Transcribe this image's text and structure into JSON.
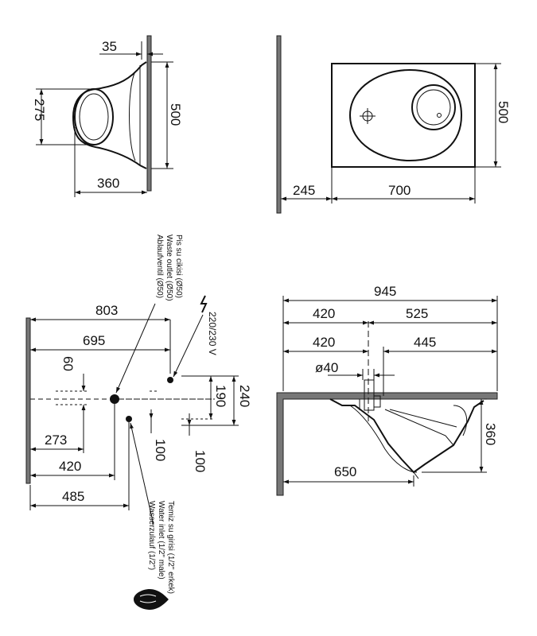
{
  "views": {
    "side": {
      "d_wall_offset": "35",
      "d_bowl_height": "275",
      "d_total_height": "500",
      "d_depth": "360"
    },
    "top": {
      "d_wall_gap": "245",
      "d_length": "700",
      "d_width": "500"
    },
    "installation": {
      "waste_label_tr": "Pis su cikisi (Ø50)",
      "waste_label_en": "Waste outlet (Ø50)",
      "waste_label_de": "Ablaufventil (Ø50)",
      "voltage": "220/230 V",
      "d_803": "803",
      "d_695": "695",
      "d_60": "60",
      "d_190": "190",
      "d_240": "240",
      "d_273": "273",
      "d_420": "420",
      "d_485": "485",
      "d_100a": "100",
      "d_100b": "100",
      "water_label_tr": "Temiz su girisi (1/2\" erkek)",
      "water_label_en": "Water inlet (1/2\" male)",
      "water_label_de": "Wasserzulauf (1/2\")"
    },
    "section": {
      "d_945": "945",
      "d_420a": "420",
      "d_525": "525",
      "d_420b": "420",
      "d_445": "445",
      "d_dia40": "ø40",
      "d_360": "360",
      "d_650": "650"
    }
  },
  "colors": {
    "line": "#111111",
    "wall": "#777777",
    "background": "#ffffff"
  }
}
